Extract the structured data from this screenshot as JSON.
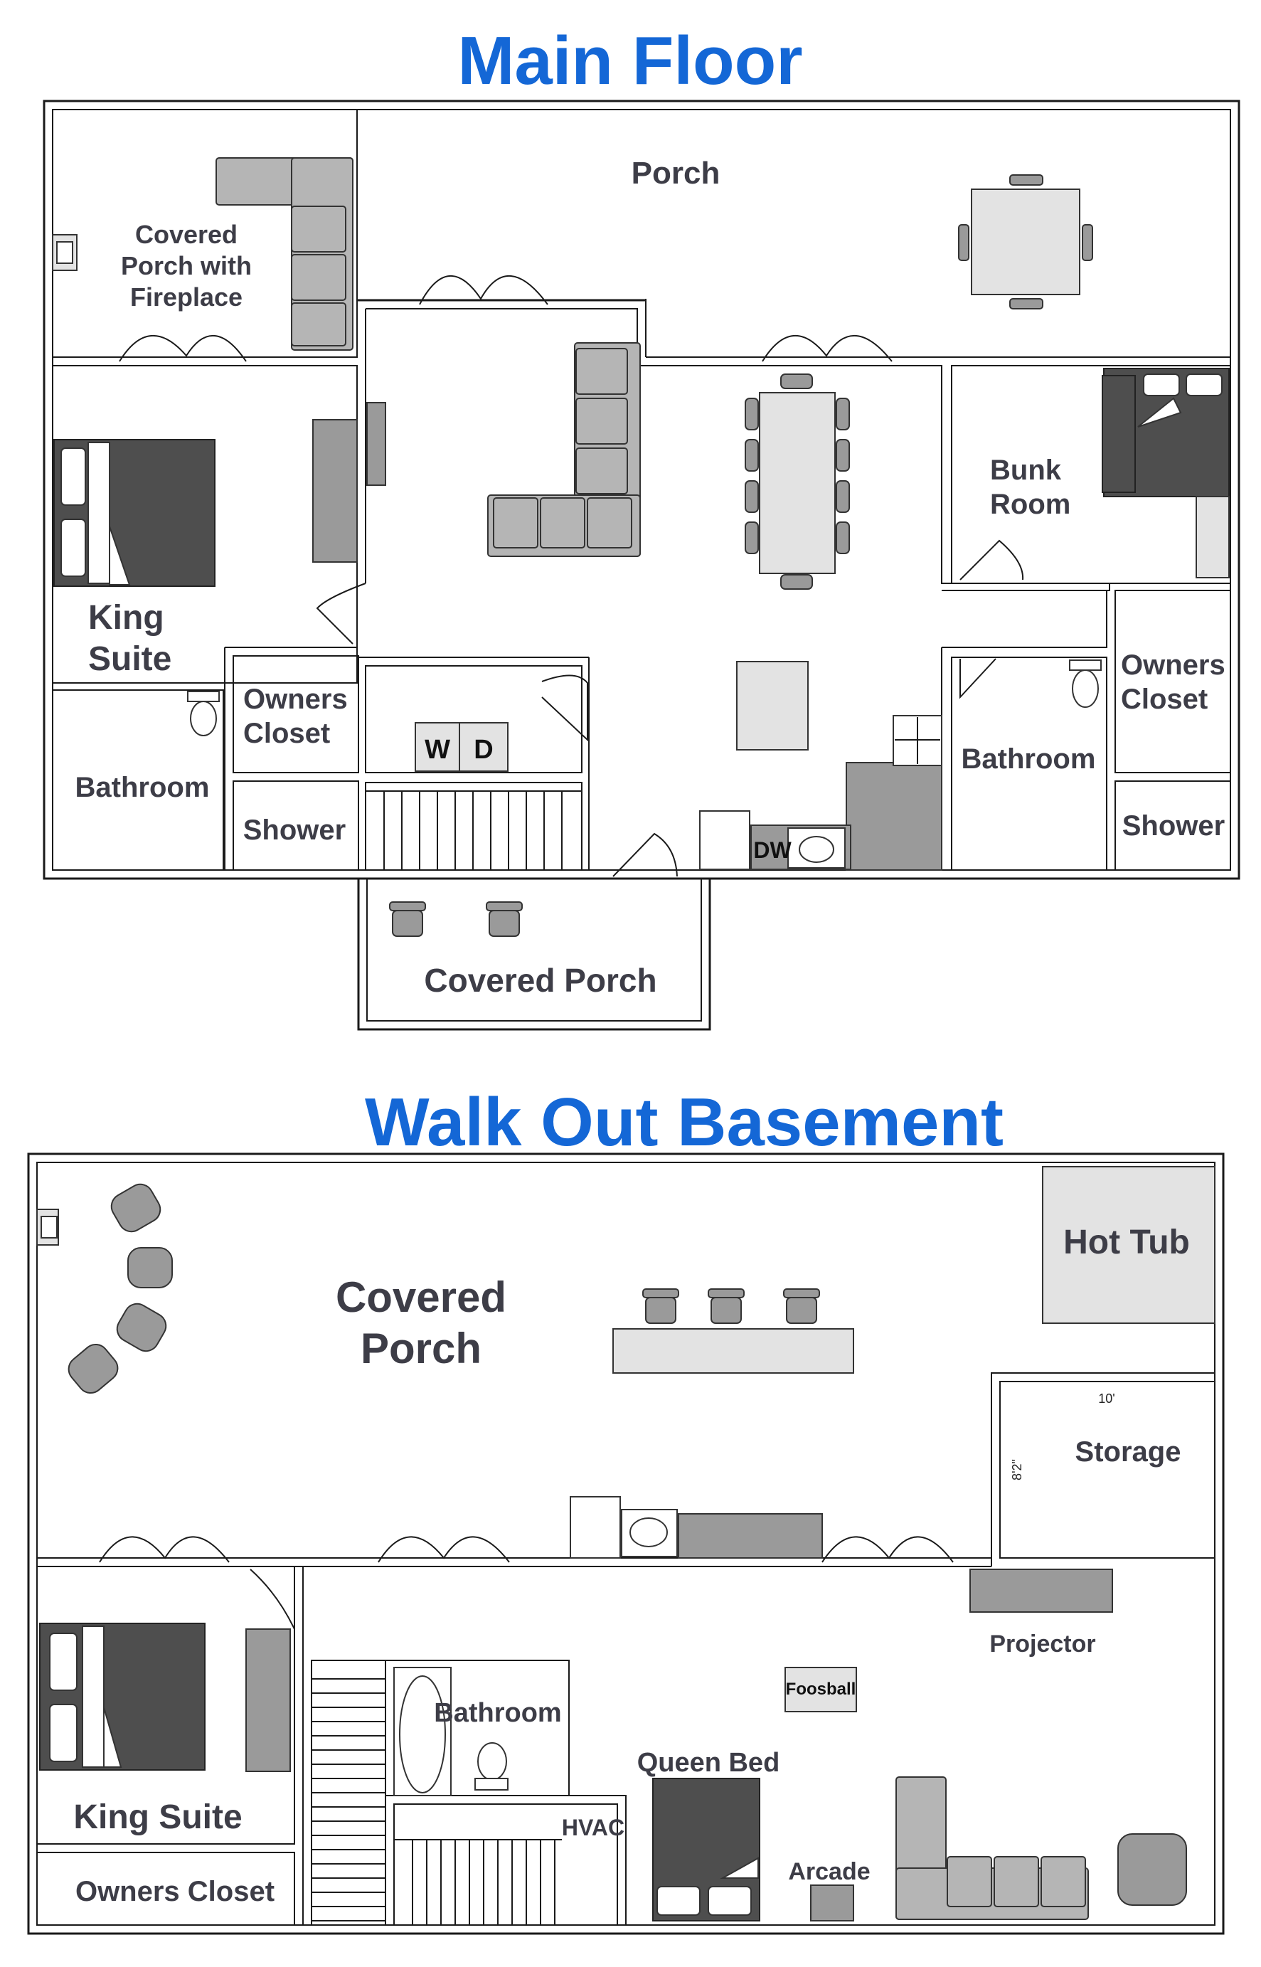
{
  "titles": {
    "main_floor": "Main Floor",
    "basement": "Walk Out Basement"
  },
  "main_floor": {
    "porch": "Porch",
    "covered_fireplace_line1": "Covered",
    "covered_fireplace_line2": "Porch with",
    "covered_fireplace_line3": "Fireplace",
    "king_suite_line1": "King",
    "king_suite_line2": "Suite",
    "bunk_room_line1": "Bunk",
    "bunk_room_line2": "Room",
    "owners_closet_left_line1": "Owners",
    "owners_closet_left_line2": "Closet",
    "owners_closet_right_line1": "Owners",
    "owners_closet_right_line2": "Closet",
    "bathroom_left": "Bathroom",
    "bathroom_right": "Bathroom",
    "shower_left": "Shower",
    "shower_right": "Shower",
    "washer": "W",
    "dryer": "D",
    "dishwasher": "DW",
    "covered_porch": "Covered Porch"
  },
  "basement": {
    "covered_porch_line1": "Covered",
    "covered_porch_line2": "Porch",
    "hot_tub": "Hot Tub",
    "storage": "Storage",
    "storage_width": "10'",
    "storage_depth": "8'2\"",
    "projector": "Projector",
    "foosball": "Foosball",
    "bathroom": "Bathroom",
    "queen_bed": "Queen Bed",
    "hvac": "HVAC",
    "king_suite": "King Suite",
    "owners_closet": "Owners Closet",
    "arcade": "Arcade"
  }
}
